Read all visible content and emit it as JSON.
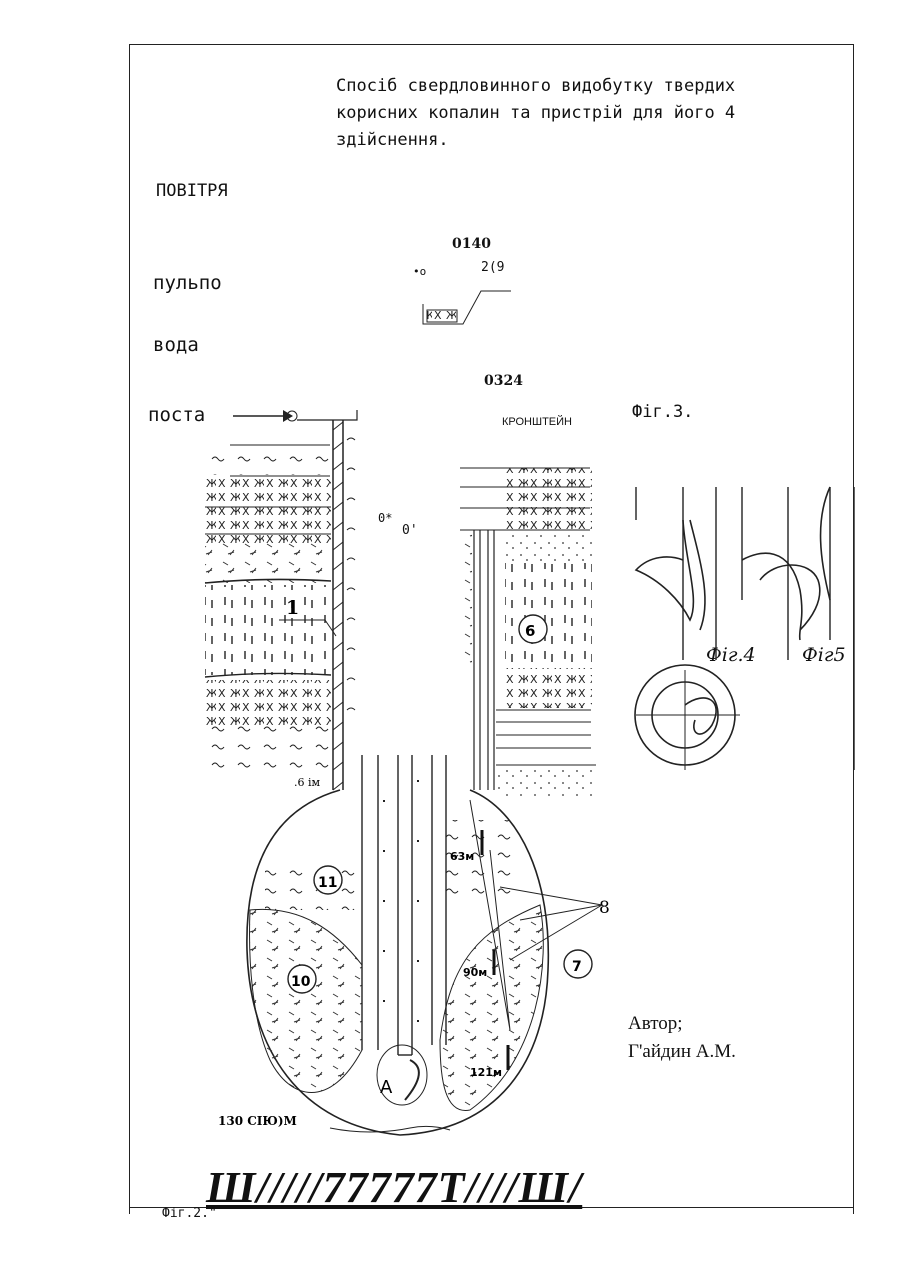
{
  "document": {
    "title": "Спосіб свердловинного видобутку твердих корисних копалин та пристрій для його 4 здійснення.",
    "left_labels": {
      "air": "ПОВІТРЯ",
      "pulp": "пульпо",
      "water": "вода",
      "posta": "поста"
    },
    "codes": {
      "code_top": "0140",
      "code_mid": "0324",
      "small_ref": "2(9",
      "small_o": "•о",
      "bracket": "КРОНШТЕЙН",
      "o_star": "0*",
      "o_prime": "0'"
    },
    "figures": {
      "fig3": "Фіг.3.",
      "fig4": "Фіг.4",
      "fig5": "Фіг5",
      "fig2": "Фіг.2.\""
    },
    "callouts": {
      "n1": "1",
      "n6": "6",
      "n7": "7",
      "n10": "10",
      "n11": "11",
      "n8": "8",
      "a": "А",
      "depth_6": ".6 ім",
      "depth_63": "63м",
      "depth_90": "90м",
      "depth_121": "121м",
      "depth_130": "130 СІЮ)М"
    },
    "author": {
      "label": "Автор;",
      "name": "Г'айдин А.М."
    },
    "bottom_hatch": "Ш/////77777Т////Ш/"
  }
}
